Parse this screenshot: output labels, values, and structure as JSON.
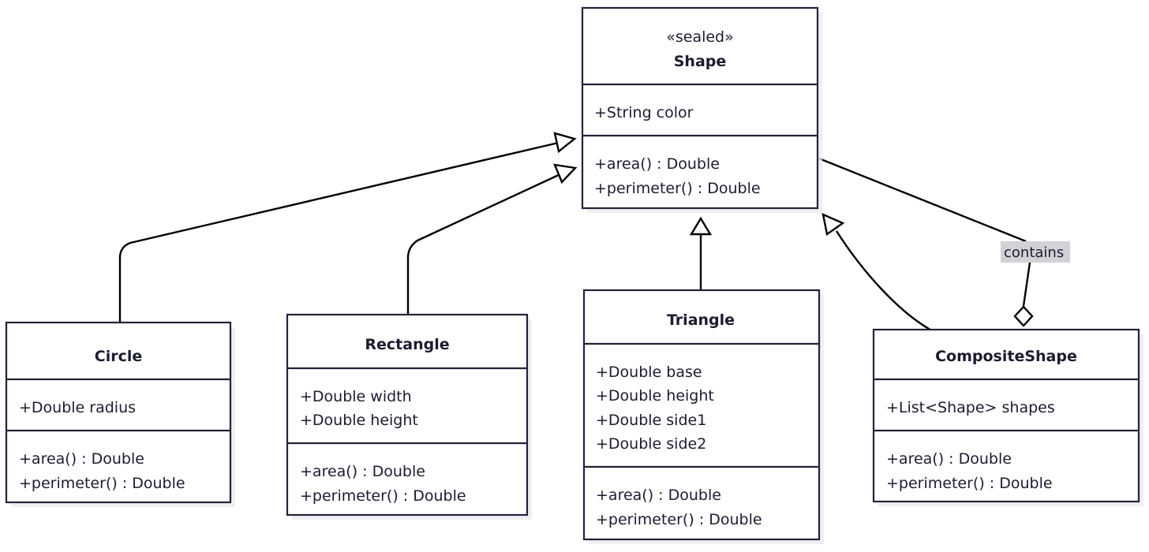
{
  "diagram": {
    "type": "uml-class-diagram",
    "title": "Shape hierarchy UML class diagram",
    "background": "#ffffff",
    "border_color": "#21223a",
    "line_color": "#000000",
    "label_highlight_color": "#d2d2d6"
  },
  "classes": [
    {
      "id": "shape",
      "stereotype": "«sealed»",
      "name": "Shape",
      "attributes": [
        "+String color"
      ],
      "methods": [
        "+area() : Double",
        "+perimeter() : Double"
      ]
    },
    {
      "id": "circle",
      "stereotype": "",
      "name": "Circle",
      "attributes": [
        "+Double radius"
      ],
      "methods": [
        "+area() : Double",
        "+perimeter() : Double"
      ]
    },
    {
      "id": "rectangle",
      "stereotype": "",
      "name": "Rectangle",
      "attributes": [
        "+Double width",
        "+Double height"
      ],
      "methods": [
        "+area() : Double",
        "+perimeter() : Double"
      ]
    },
    {
      "id": "triangle",
      "stereotype": "",
      "name": "Triangle",
      "attributes": [
        "+Double base",
        "+Double height",
        "+Double side1",
        "+Double side2"
      ],
      "methods": [
        "+area() : Double",
        "+perimeter() : Double"
      ]
    },
    {
      "id": "compositeshape",
      "stereotype": "",
      "name": "CompositeShape",
      "attributes": [
        "+List<Shape> shapes"
      ],
      "methods": [
        "+area() : Double",
        "+perimeter() : Double"
      ]
    }
  ],
  "relations": [
    {
      "id": "circle-shape",
      "from": "Circle",
      "to": "Shape",
      "kind": "generalization",
      "label": ""
    },
    {
      "id": "rectangle-shape",
      "from": "Rectangle",
      "to": "Shape",
      "kind": "generalization",
      "label": ""
    },
    {
      "id": "triangle-shape",
      "from": "Triangle",
      "to": "Shape",
      "kind": "generalization",
      "label": ""
    },
    {
      "id": "compositeshape-shape",
      "from": "CompositeShape",
      "to": "Shape",
      "kind": "generalization",
      "label": ""
    },
    {
      "id": "shape-contains-compositeshape",
      "from": "Shape",
      "to": "CompositeShape",
      "kind": "aggregation",
      "label": "contains"
    }
  ]
}
